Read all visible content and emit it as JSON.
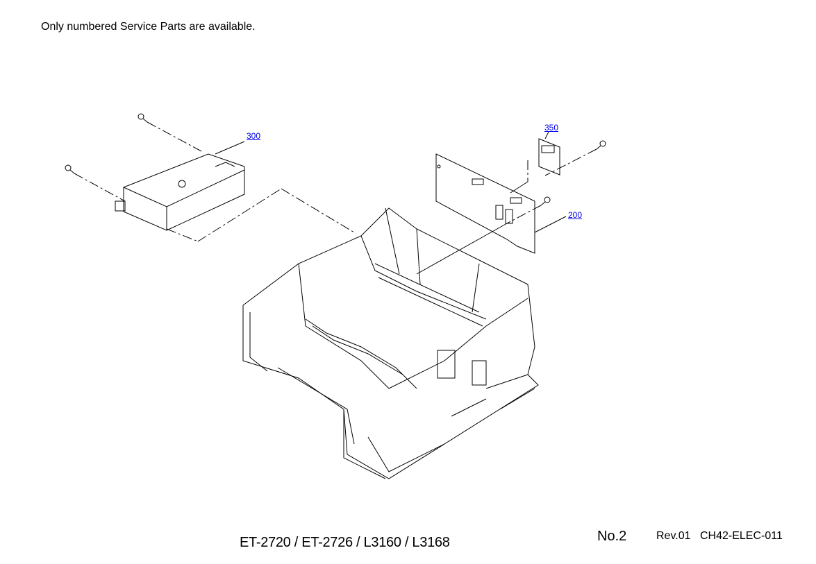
{
  "header": {
    "note": "Only numbered Service Parts are available."
  },
  "callouts": {
    "c300": "300",
    "c350": "350",
    "c200": "200"
  },
  "footer": {
    "models": "ET-2720 / ET-2726 / L3160 / L3168",
    "page_no": "No.2",
    "revision": "Rev.01",
    "doc_code": "CH42-ELEC-011"
  },
  "colors": {
    "link": "#0000ee",
    "line": "#000000"
  }
}
